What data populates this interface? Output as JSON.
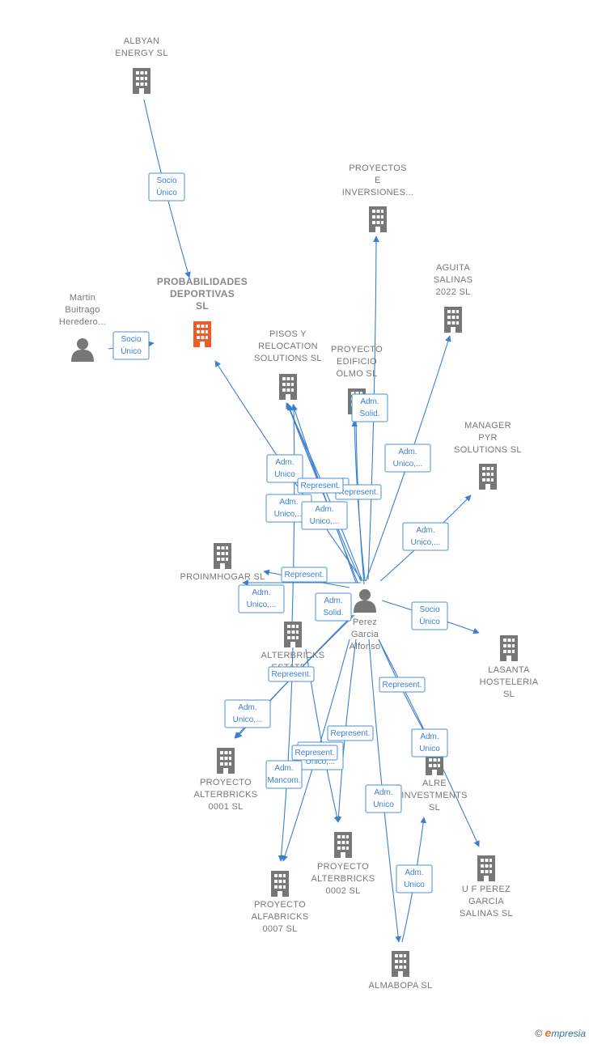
{
  "colors": {
    "edge": "#3a7fd0",
    "building": "#777777",
    "main_building": "#f05a28",
    "person": "#777777"
  },
  "nodes": [
    {
      "id": "albyan",
      "type": "company",
      "label": [
        "ALBYAN",
        "ENERGY  SL"
      ]
    },
    {
      "id": "probabilidades",
      "type": "company",
      "main": true,
      "label": [
        "PROBABILIDADES",
        "DEPORTIVAS",
        "SL"
      ]
    },
    {
      "id": "martin",
      "type": "person",
      "label": [
        "Martin",
        "Buitrago",
        "Heredero..."
      ]
    },
    {
      "id": "proyectos_inv",
      "type": "company",
      "label": [
        "PROYECTOS",
        "E",
        "INVERSIONES..."
      ]
    },
    {
      "id": "aguita",
      "type": "company",
      "label": [
        "AGUITA",
        "SALINAS",
        "2022  SL"
      ]
    },
    {
      "id": "pisos",
      "type": "company",
      "label": [
        "PISOS Y",
        "RELOCATION",
        "SOLUTIONS  SL"
      ]
    },
    {
      "id": "olmo",
      "type": "company",
      "label": [
        "PROYECTO",
        "EDIFICIO",
        "OLMO  SL"
      ]
    },
    {
      "id": "manager",
      "type": "company",
      "label": [
        "MANAGER",
        "PYR",
        "SOLUTIONS  SL"
      ]
    },
    {
      "id": "proinmhogar",
      "type": "company",
      "label": [
        "PROINMHOGAR SL"
      ]
    },
    {
      "id": "perez",
      "type": "person",
      "label": [
        "Perez",
        "Garcia",
        "Alfonso"
      ]
    },
    {
      "id": "lasanta",
      "type": "company",
      "label": [
        "LASANTA",
        "HOSTELERIA",
        "SL"
      ]
    },
    {
      "id": "alterbricks",
      "type": "company",
      "label": [
        "ALTERBRICKS",
        "ESTATE..."
      ]
    },
    {
      "id": "pa0001",
      "type": "company",
      "label": [
        "PROYECTO",
        "ALTERBRICKS",
        "0001  SL"
      ]
    },
    {
      "id": "alre",
      "type": "company",
      "label": [
        "ALRE",
        "INVESTMENTS",
        "SL"
      ]
    },
    {
      "id": "pa0002",
      "type": "company",
      "label": [
        "PROYECTO",
        "ALTERBRICKS",
        "0002  SL"
      ]
    },
    {
      "id": "pf0007",
      "type": "company",
      "label": [
        "PROYECTO",
        "ALFABRICKS",
        "0007  SL"
      ]
    },
    {
      "id": "ufperez",
      "type": "company",
      "label": [
        "U F PEREZ",
        "GARCIA",
        "SALINAS  SL"
      ]
    },
    {
      "id": "almabopa",
      "type": "company",
      "label": [
        "ALMABOPA  SL"
      ]
    }
  ],
  "edge_labels": [
    [
      "Socio",
      "Único"
    ],
    [
      "Socio",
      "Único"
    ],
    [
      "Adm.",
      "Solid."
    ],
    [
      "Adm.",
      "Unico,..."
    ],
    [
      "Adm.",
      "Unico"
    ],
    [
      "Represent."
    ],
    [
      "Represent."
    ],
    [
      "Adm.",
      "Unico,..."
    ],
    [
      "Adm.",
      "Unico,..."
    ],
    [
      "Adm.",
      "Unico,..."
    ],
    [
      "Represent."
    ],
    [
      "Adm.",
      "Unico,..."
    ],
    [
      "Adm.",
      "Solid."
    ],
    [
      "Socio",
      "Único"
    ],
    [
      "Represent."
    ],
    [
      "Represent."
    ],
    [
      "Adm.",
      "Unico,..."
    ],
    [
      "Represent."
    ],
    [
      "Adm.",
      "Unico"
    ],
    [
      "Adm.",
      "Unico,..."
    ],
    [
      "Represent."
    ],
    [
      "Adm.",
      "Mancom."
    ],
    [
      "Adm.",
      "Unico"
    ],
    [
      "Adm.",
      "Unico"
    ]
  ],
  "watermark": {
    "copyright": "©",
    "brand_first": "e",
    "brand_rest": "mpresia"
  }
}
